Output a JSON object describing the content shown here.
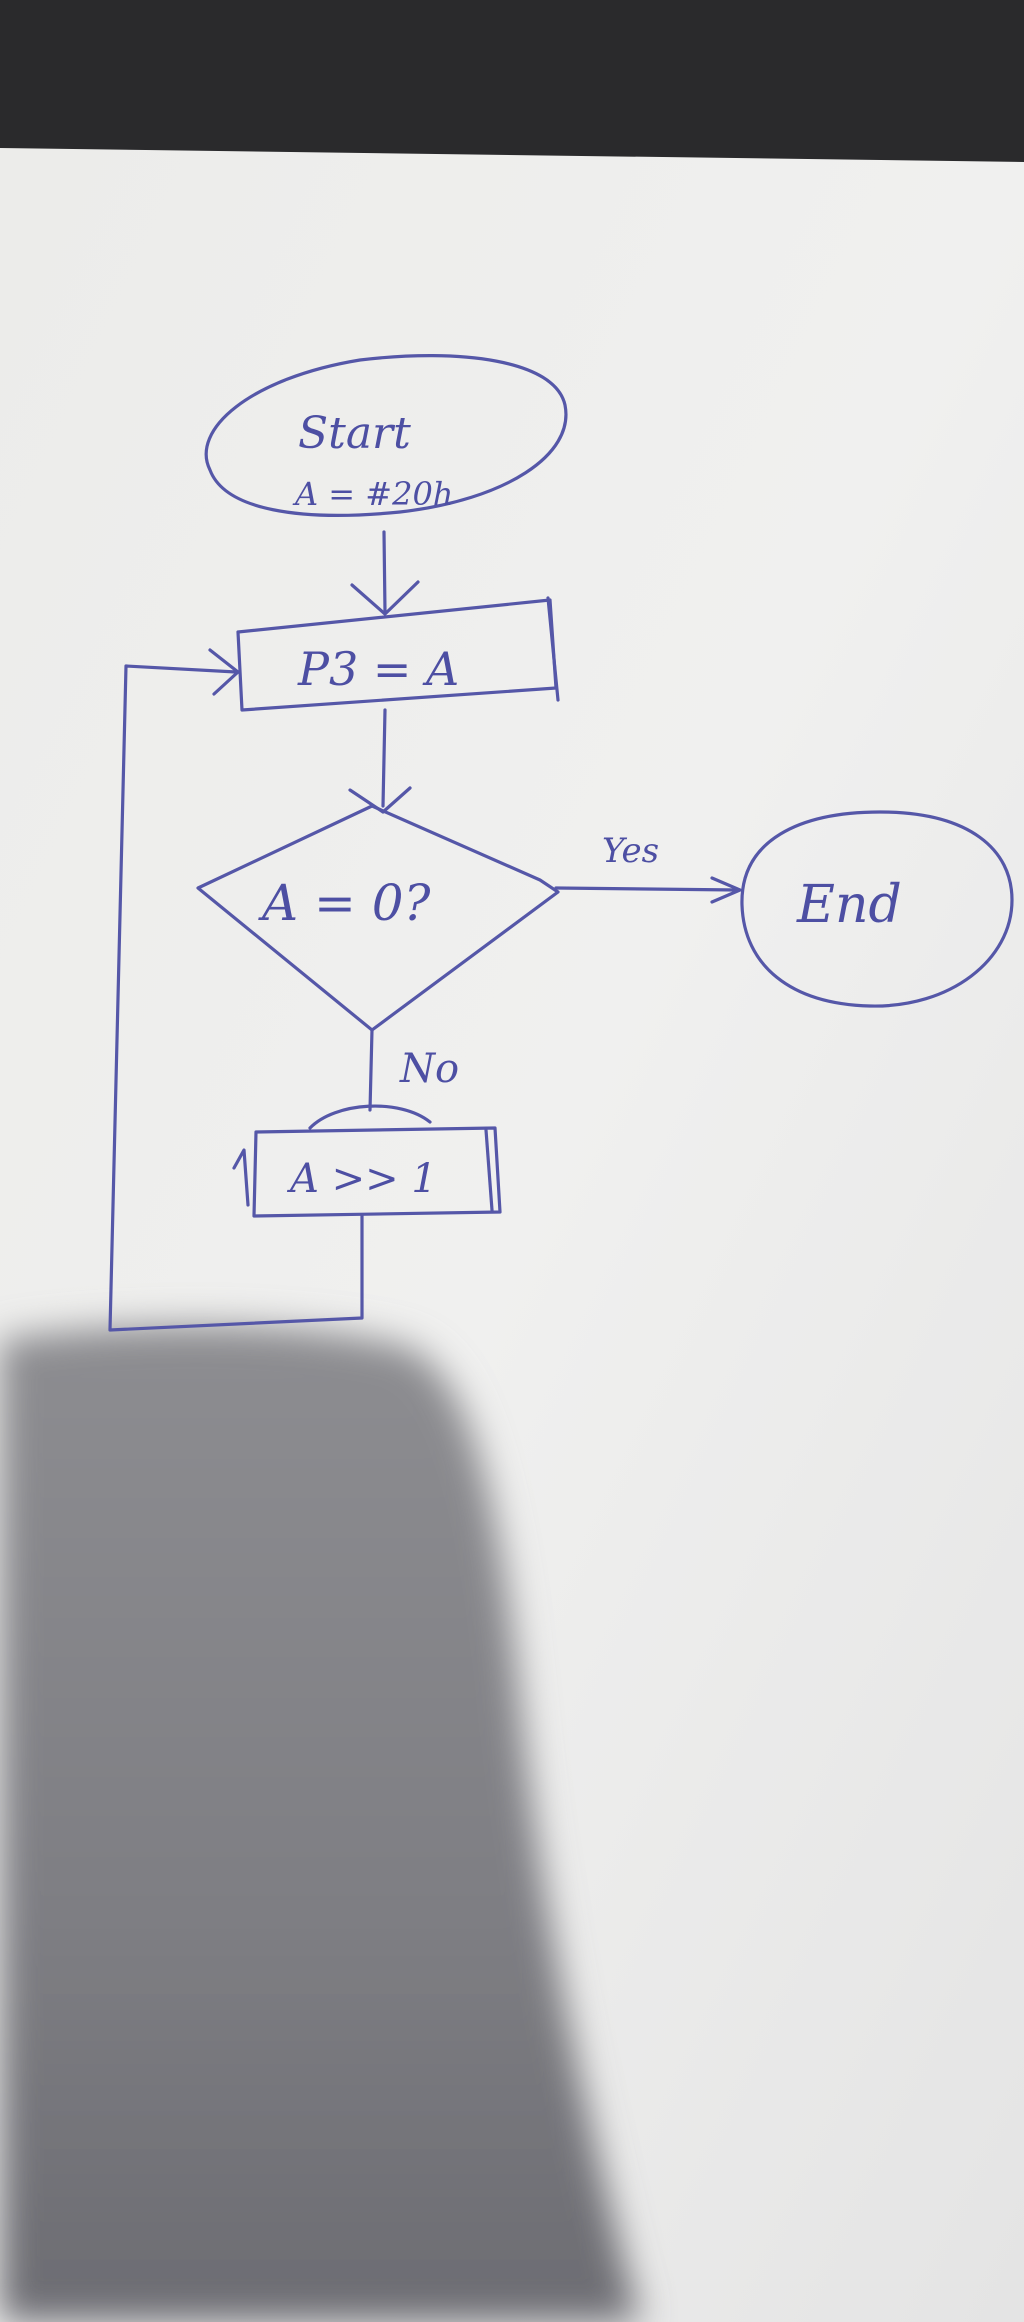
{
  "flowchart": {
    "start": {
      "line1": "Start",
      "line2": "A = #20h"
    },
    "assign": {
      "label": "P3 = A"
    },
    "decision": {
      "label": "A = 0?"
    },
    "yes_label": "Yes",
    "end": {
      "label": "End"
    },
    "no_label": "No",
    "shift": {
      "label": "A >> 1"
    }
  },
  "colors": {
    "ink": "#5557a8",
    "paper": "#eeeeed",
    "shadow": "#8e8e92"
  }
}
